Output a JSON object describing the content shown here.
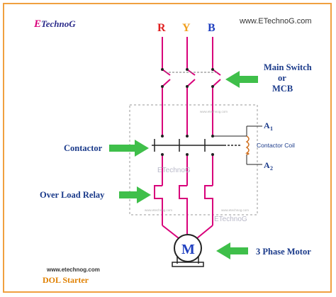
{
  "brand": {
    "e": "E",
    "rest": "TechnoG"
  },
  "website_top": "www.ETechnoG.com",
  "phases": {
    "r": "R",
    "y": "Y",
    "b": "B"
  },
  "labels": {
    "main_switch_line1": "Main Switch",
    "main_switch_line2": "or",
    "main_switch_line3": "MCB",
    "contactor": "Contactor",
    "overload_relay": "Over Load Relay",
    "motor": "3 Phase Motor",
    "motor_symbol": "M",
    "coil": "Contactor Coil",
    "a1_main": "A",
    "a1_sub": "1",
    "a2_main": "A",
    "a2_sub": "2"
  },
  "watermarks": {
    "mid": "ETechnoG",
    "low": "ETechnoG",
    "tiny1": "www.etechnog.com",
    "tiny2": "www.etechnog.com",
    "tiny3": "www.etechnog.com"
  },
  "footer": {
    "website": "www.etechnog.com",
    "title": "DOL Starter"
  },
  "colors": {
    "wire": "#d8007a",
    "arrow": "#3fbf4a",
    "label": "#1a3a8a",
    "r": "#e02020",
    "y": "#f0a020",
    "b": "#2040c0",
    "border": "#f0a040",
    "footer_title": "#e08000"
  }
}
